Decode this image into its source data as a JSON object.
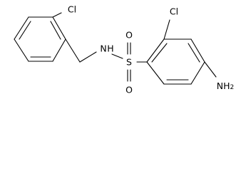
{
  "molecule": {
    "atoms": {
      "cl_top": "Cl",
      "nh": "N",
      "nh_h": "H",
      "s": "S",
      "o_top": "O",
      "o_bottom": "O",
      "cl_ring": "Cl",
      "nh2": "NH",
      "nh2_sub": "2"
    }
  }
}
